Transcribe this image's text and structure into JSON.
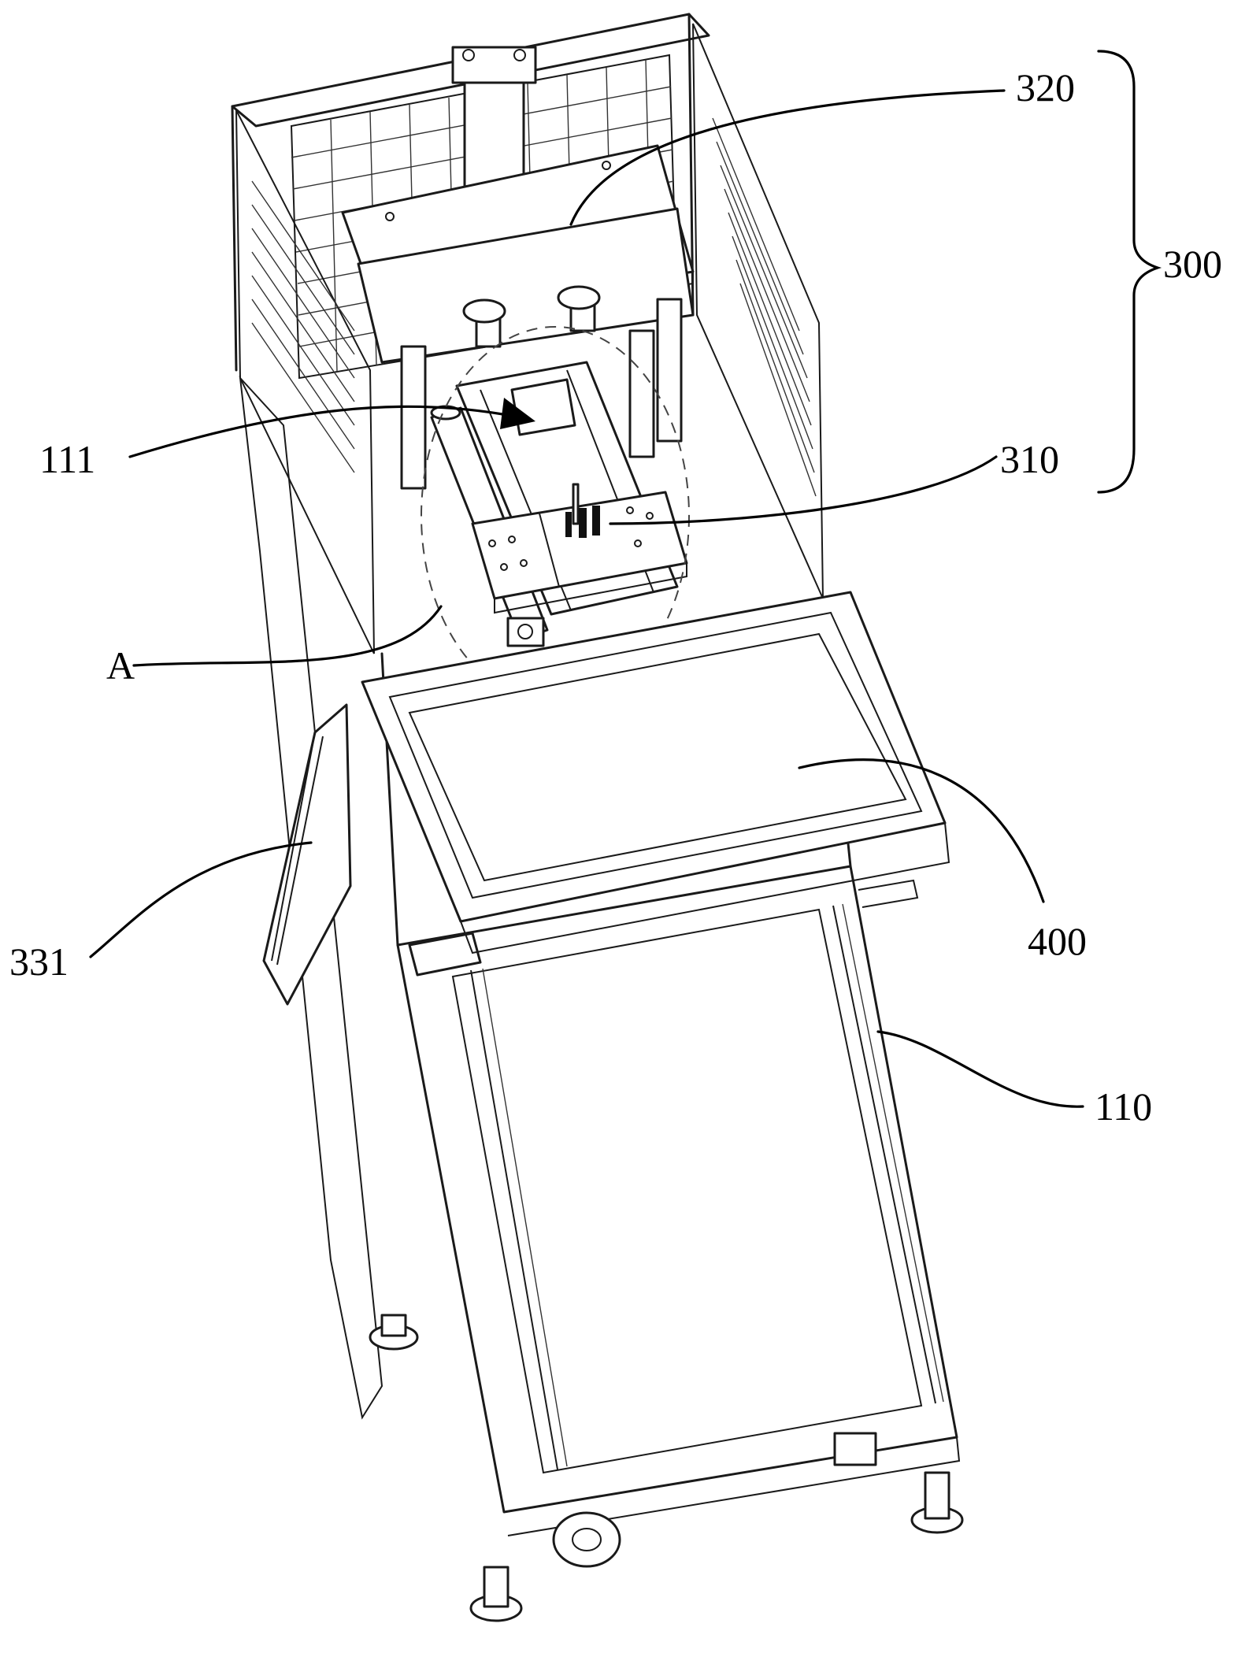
{
  "labels": {
    "l320": "320",
    "l300": "300",
    "l111": "111",
    "l310": "310",
    "lA": "A",
    "l400": "400",
    "l331": "331",
    "l110": "110"
  }
}
